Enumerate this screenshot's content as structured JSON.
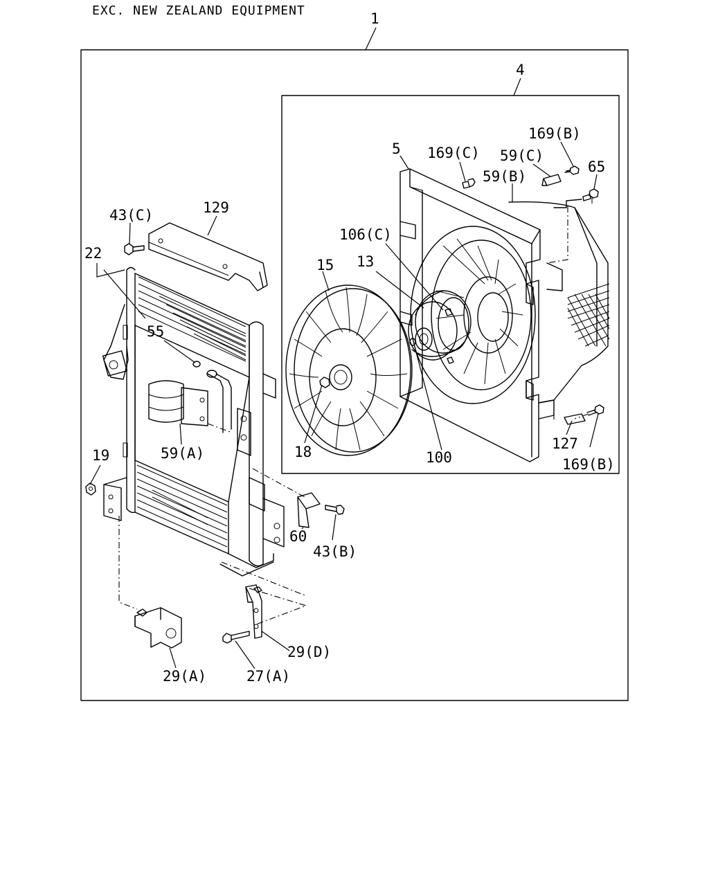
{
  "header": {
    "text": "EXC. NEW ZEALAND EQUIPMENT"
  },
  "callouts": {
    "c1": "1",
    "c4": "4",
    "c5": "5",
    "c169c": "169(C)",
    "c169b_top": "169(B)",
    "c59c": "59(C)",
    "c59b": "59(B)",
    "c65": "65",
    "c43c": "43(C)",
    "c129": "129",
    "c22": "22",
    "c106c": "106(C)",
    "c15": "15",
    "c13": "13",
    "c55": "55",
    "c59a": "59(A)",
    "c19": "19",
    "c18": "18",
    "c100": "100",
    "c127": "127",
    "c169b_bot": "169(B)",
    "c60": "60",
    "c43b": "43(B)",
    "c29d": "29(D)",
    "c29a": "29(A)",
    "c27a": "27(A)"
  }
}
